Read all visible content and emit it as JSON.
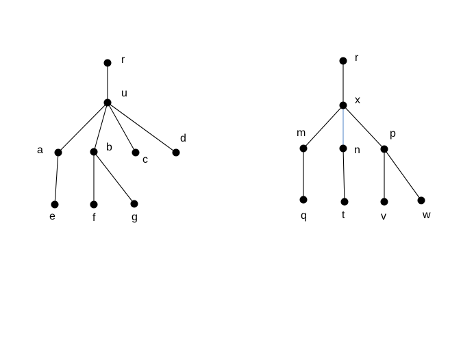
{
  "colors": {
    "background": "#ffffff",
    "node": "#000000",
    "edge": "#000000",
    "highlight_edge": "#5b8bc9"
  },
  "trees": [
    {
      "nodes": [
        {
          "id": "r",
          "label": "r"
        },
        {
          "id": "u",
          "label": "u"
        },
        {
          "id": "a",
          "label": "a"
        },
        {
          "id": "b",
          "label": "b"
        },
        {
          "id": "c",
          "label": "c"
        },
        {
          "id": "d",
          "label": "d"
        },
        {
          "id": "e",
          "label": "e"
        },
        {
          "id": "f",
          "label": "f"
        },
        {
          "id": "g",
          "label": "g"
        }
      ],
      "edges": [
        {
          "from": "r",
          "to": "u"
        },
        {
          "from": "u",
          "to": "a"
        },
        {
          "from": "u",
          "to": "b"
        },
        {
          "from": "u",
          "to": "c"
        },
        {
          "from": "u",
          "to": "d"
        },
        {
          "from": "a",
          "to": "e"
        },
        {
          "from": "b",
          "to": "f"
        },
        {
          "from": "b",
          "to": "g"
        }
      ]
    },
    {
      "nodes": [
        {
          "id": "r2",
          "label": "r"
        },
        {
          "id": "x",
          "label": "x"
        },
        {
          "id": "m",
          "label": "m"
        },
        {
          "id": "n",
          "label": "n"
        },
        {
          "id": "p",
          "label": "p"
        },
        {
          "id": "q",
          "label": "q"
        },
        {
          "id": "t",
          "label": "t"
        },
        {
          "id": "v",
          "label": "v"
        },
        {
          "id": "w",
          "label": "w"
        }
      ],
      "edges": [
        {
          "from": "r2",
          "to": "x"
        },
        {
          "from": "x",
          "to": "m"
        },
        {
          "from": "x",
          "to": "n",
          "highlight": true
        },
        {
          "from": "x",
          "to": "p"
        },
        {
          "from": "m",
          "to": "q"
        },
        {
          "from": "n",
          "to": "t"
        },
        {
          "from": "p",
          "to": "v"
        },
        {
          "from": "p",
          "to": "w"
        }
      ]
    }
  ]
}
